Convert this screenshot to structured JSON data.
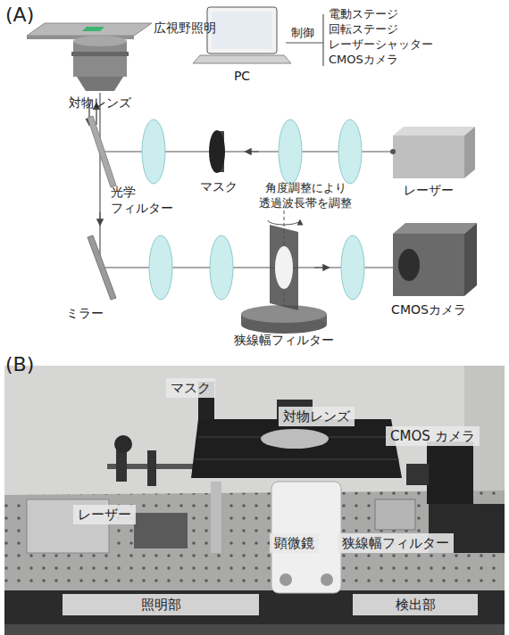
{
  "diagram": {
    "nodes": [
      {
        "text": [
          "マスク"
        ]
      },
      {
        "text": [
          "対物レンズ"
        ]
      },
      {
        "text": [
          "CMOS カメラ"
        ]
      },
      {
        "text": [
          "レーザー"
        ]
      },
      {
        "text": [
          "狭線幅フィルター"
        ]
      },
      {
        "text": [
          "顕微鏡"
        ]
      },
      {
        "text": [
          "照明部"
        ]
      },
      {
        "text": [
          "検出部"
        ]
      }
    ],
    "labels": [
      "(A)",
      "広視野照明",
      "PC",
      "対物レンズ",
      "制御",
      "電動ステージ",
      "回転ステージ",
      "レーザーシャッター",
      "CMOSカメラ",
      "レーザー",
      "光学 フィルター",
      "マスク",
      "角度調整により 透過波長帯を調整",
      "ミラー",
      "狭線幅フィルター",
      "CMOSカメラ",
      "(B)"
    ]
  }
}
